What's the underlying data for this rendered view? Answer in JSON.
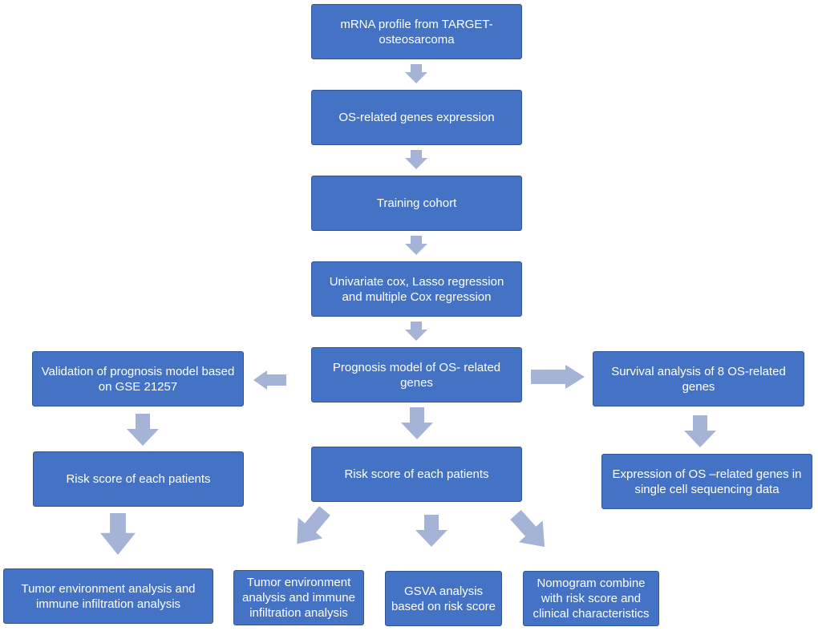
{
  "colors": {
    "box_fill": "#4472c4",
    "box_border": "#2f5597",
    "arrow": "#a4b3d6",
    "text": "#ffffff"
  },
  "nodes": {
    "mrna_profile": "mRNA profile from TARGET-osteosarcoma",
    "os_genes_expression": "OS-related genes expression",
    "training_cohort": "Training cohort",
    "regression": "Univariate cox, Lasso regression and multiple Cox regression",
    "prognosis_model": "Prognosis model of OS- related genes",
    "validation": "Validation of prognosis model based on GSE 21257",
    "survival_analysis": "Survival analysis of 8 OS-related genes",
    "risk_score_left": "Risk score of each patients",
    "risk_score_center": "Risk score of each patients",
    "expression_single_cell": "Expression of OS –related genes in single cell sequencing data",
    "tumor_env_left": "Tumor environment analysis and immune infiltration analysis",
    "tumor_env_center": "Tumor environment analysis and immune infiltration analysis",
    "gsva": "GSVA analysis based on risk score",
    "nomogram": "Nomogram combine with risk score and clinical characteristics"
  }
}
